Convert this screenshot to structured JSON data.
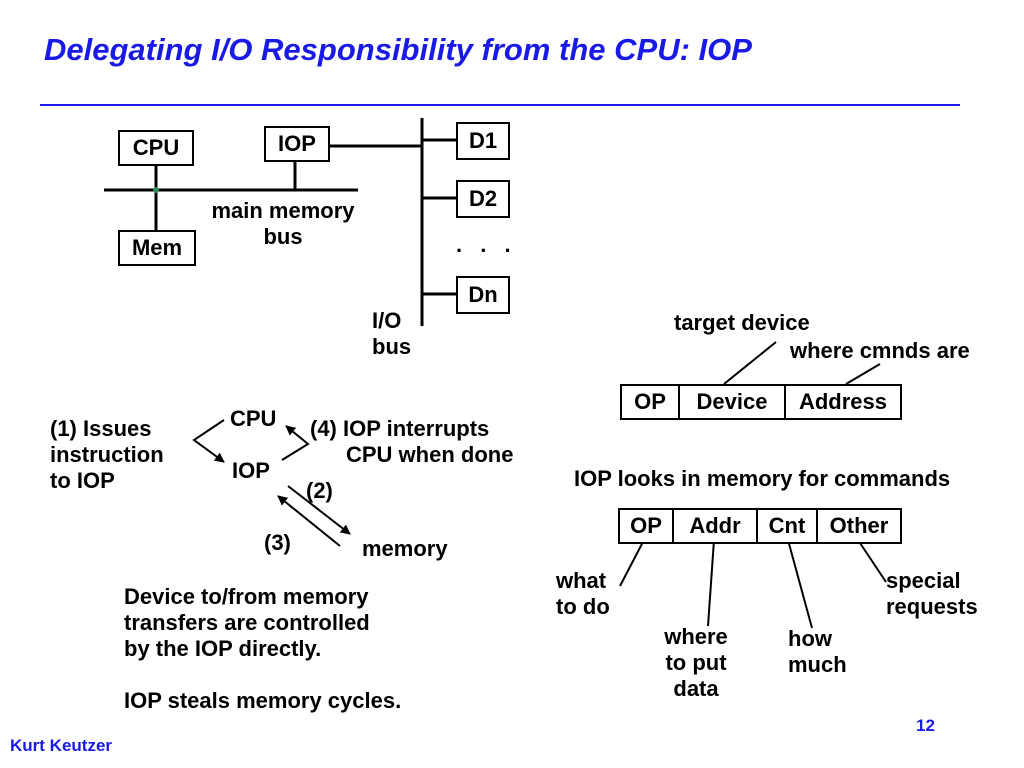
{
  "slide": {
    "title": "Delegating I/O Responsibility from the CPU: IOP",
    "author": "Kurt Keutzer",
    "page_number": "12"
  },
  "bus_diagram": {
    "cpu": "CPU",
    "iop": "IOP",
    "mem": "Mem",
    "main_bus_line1": "main memory",
    "main_bus_line2": "bus",
    "devices": [
      "D1",
      "D2",
      "Dn"
    ],
    "ellipsis": ". . .",
    "io_bus_line1": "I/O",
    "io_bus_line2": "bus"
  },
  "flow_diagram": {
    "cpu": "CPU",
    "iop": "IOP",
    "memory": "memory",
    "step1": [
      "(1) Issues",
      "instruction",
      "to IOP"
    ],
    "step4": [
      "(4) IOP interrupts",
      "CPU when done"
    ],
    "step2": "(2)",
    "step3": "(3)"
  },
  "notes": {
    "lines": [
      "Device to/from memory",
      "transfers are controlled",
      "by the IOP directly."
    ],
    "steals": "IOP steals memory cycles."
  },
  "instruction_format": {
    "label_target": "target device",
    "label_where": "where cmnds are",
    "fields": [
      "OP",
      "Device",
      "Address"
    ]
  },
  "command_format": {
    "heading": "IOP looks in memory for commands",
    "fields": [
      "OP",
      "Addr",
      "Cnt",
      "Other"
    ],
    "what_to_do": [
      "what",
      "to do"
    ],
    "where_to_put": [
      "where",
      "to put",
      "data"
    ],
    "how_much": [
      "how",
      "much"
    ],
    "special": [
      "special",
      "requests"
    ]
  }
}
